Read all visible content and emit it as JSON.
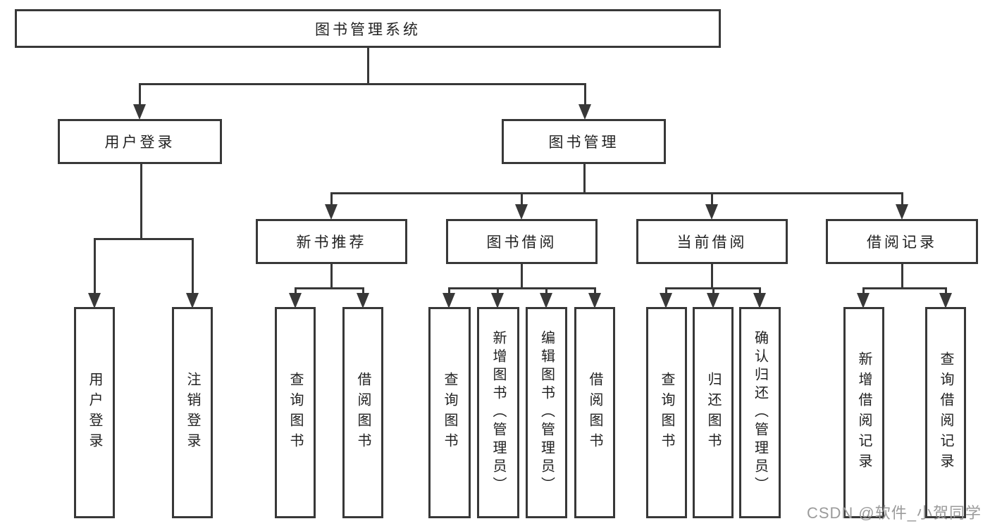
{
  "diagram_type": "hierarchy-tree",
  "colors": {
    "line": "#383838",
    "text": "#222222",
    "watermark": "#9b9b9b",
    "background": "#ffffff"
  },
  "tree": {
    "label": "图书管理系统",
    "children": [
      {
        "label": "用户登录",
        "children": [
          {
            "label": "用户登录"
          },
          {
            "label": "注销登录"
          }
        ]
      },
      {
        "label": "图书管理",
        "children": [
          {
            "label": "新书推荐",
            "children": [
              {
                "label": "查询图书"
              },
              {
                "label": "借阅图书"
              }
            ]
          },
          {
            "label": "图书借阅",
            "children": [
              {
                "label": "查询图书"
              },
              {
                "label": "新增图书（管理员）"
              },
              {
                "label": "编辑图书（管理员）"
              },
              {
                "label": "借阅图书"
              }
            ]
          },
          {
            "label": "当前借阅",
            "children": [
              {
                "label": "查询图书"
              },
              {
                "label": "归还图书"
              },
              {
                "label": "确认归还（管理员）"
              }
            ]
          },
          {
            "label": "借阅记录",
            "children": [
              {
                "label": "新增借阅记录"
              },
              {
                "label": "查询借阅记录"
              }
            ]
          }
        ]
      }
    ]
  },
  "watermark": "CSDN @软件_小贺同学"
}
